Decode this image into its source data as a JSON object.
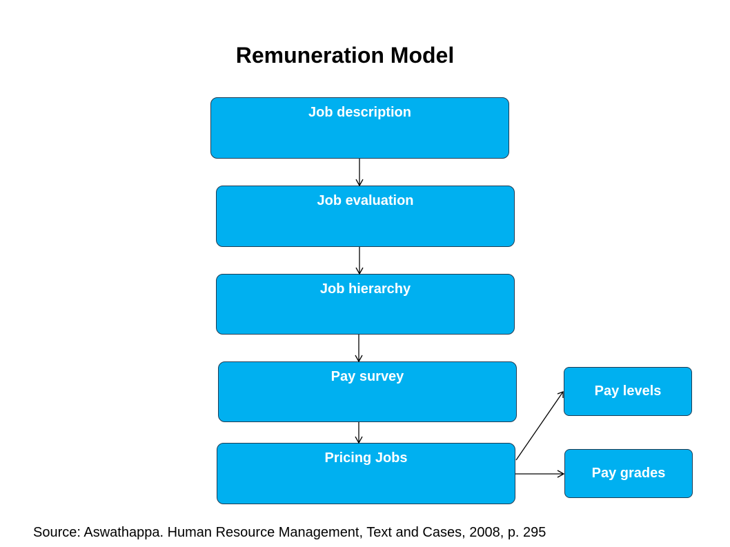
{
  "title": "Remuneration Model",
  "steps": [
    "Job description",
    "Job evaluation",
    "Job hierarchy",
    "Pay survey",
    "Pricing Jobs"
  ],
  "outputs": [
    "Pay levels",
    "Pay grades"
  ],
  "source": "Source: Aswathappa. Human Resource Management, Text and Cases, 2008, p. 295",
  "colors": {
    "box_fill": "#00b0f0",
    "box_border": "#1f3b52",
    "text": "#ffffff"
  }
}
